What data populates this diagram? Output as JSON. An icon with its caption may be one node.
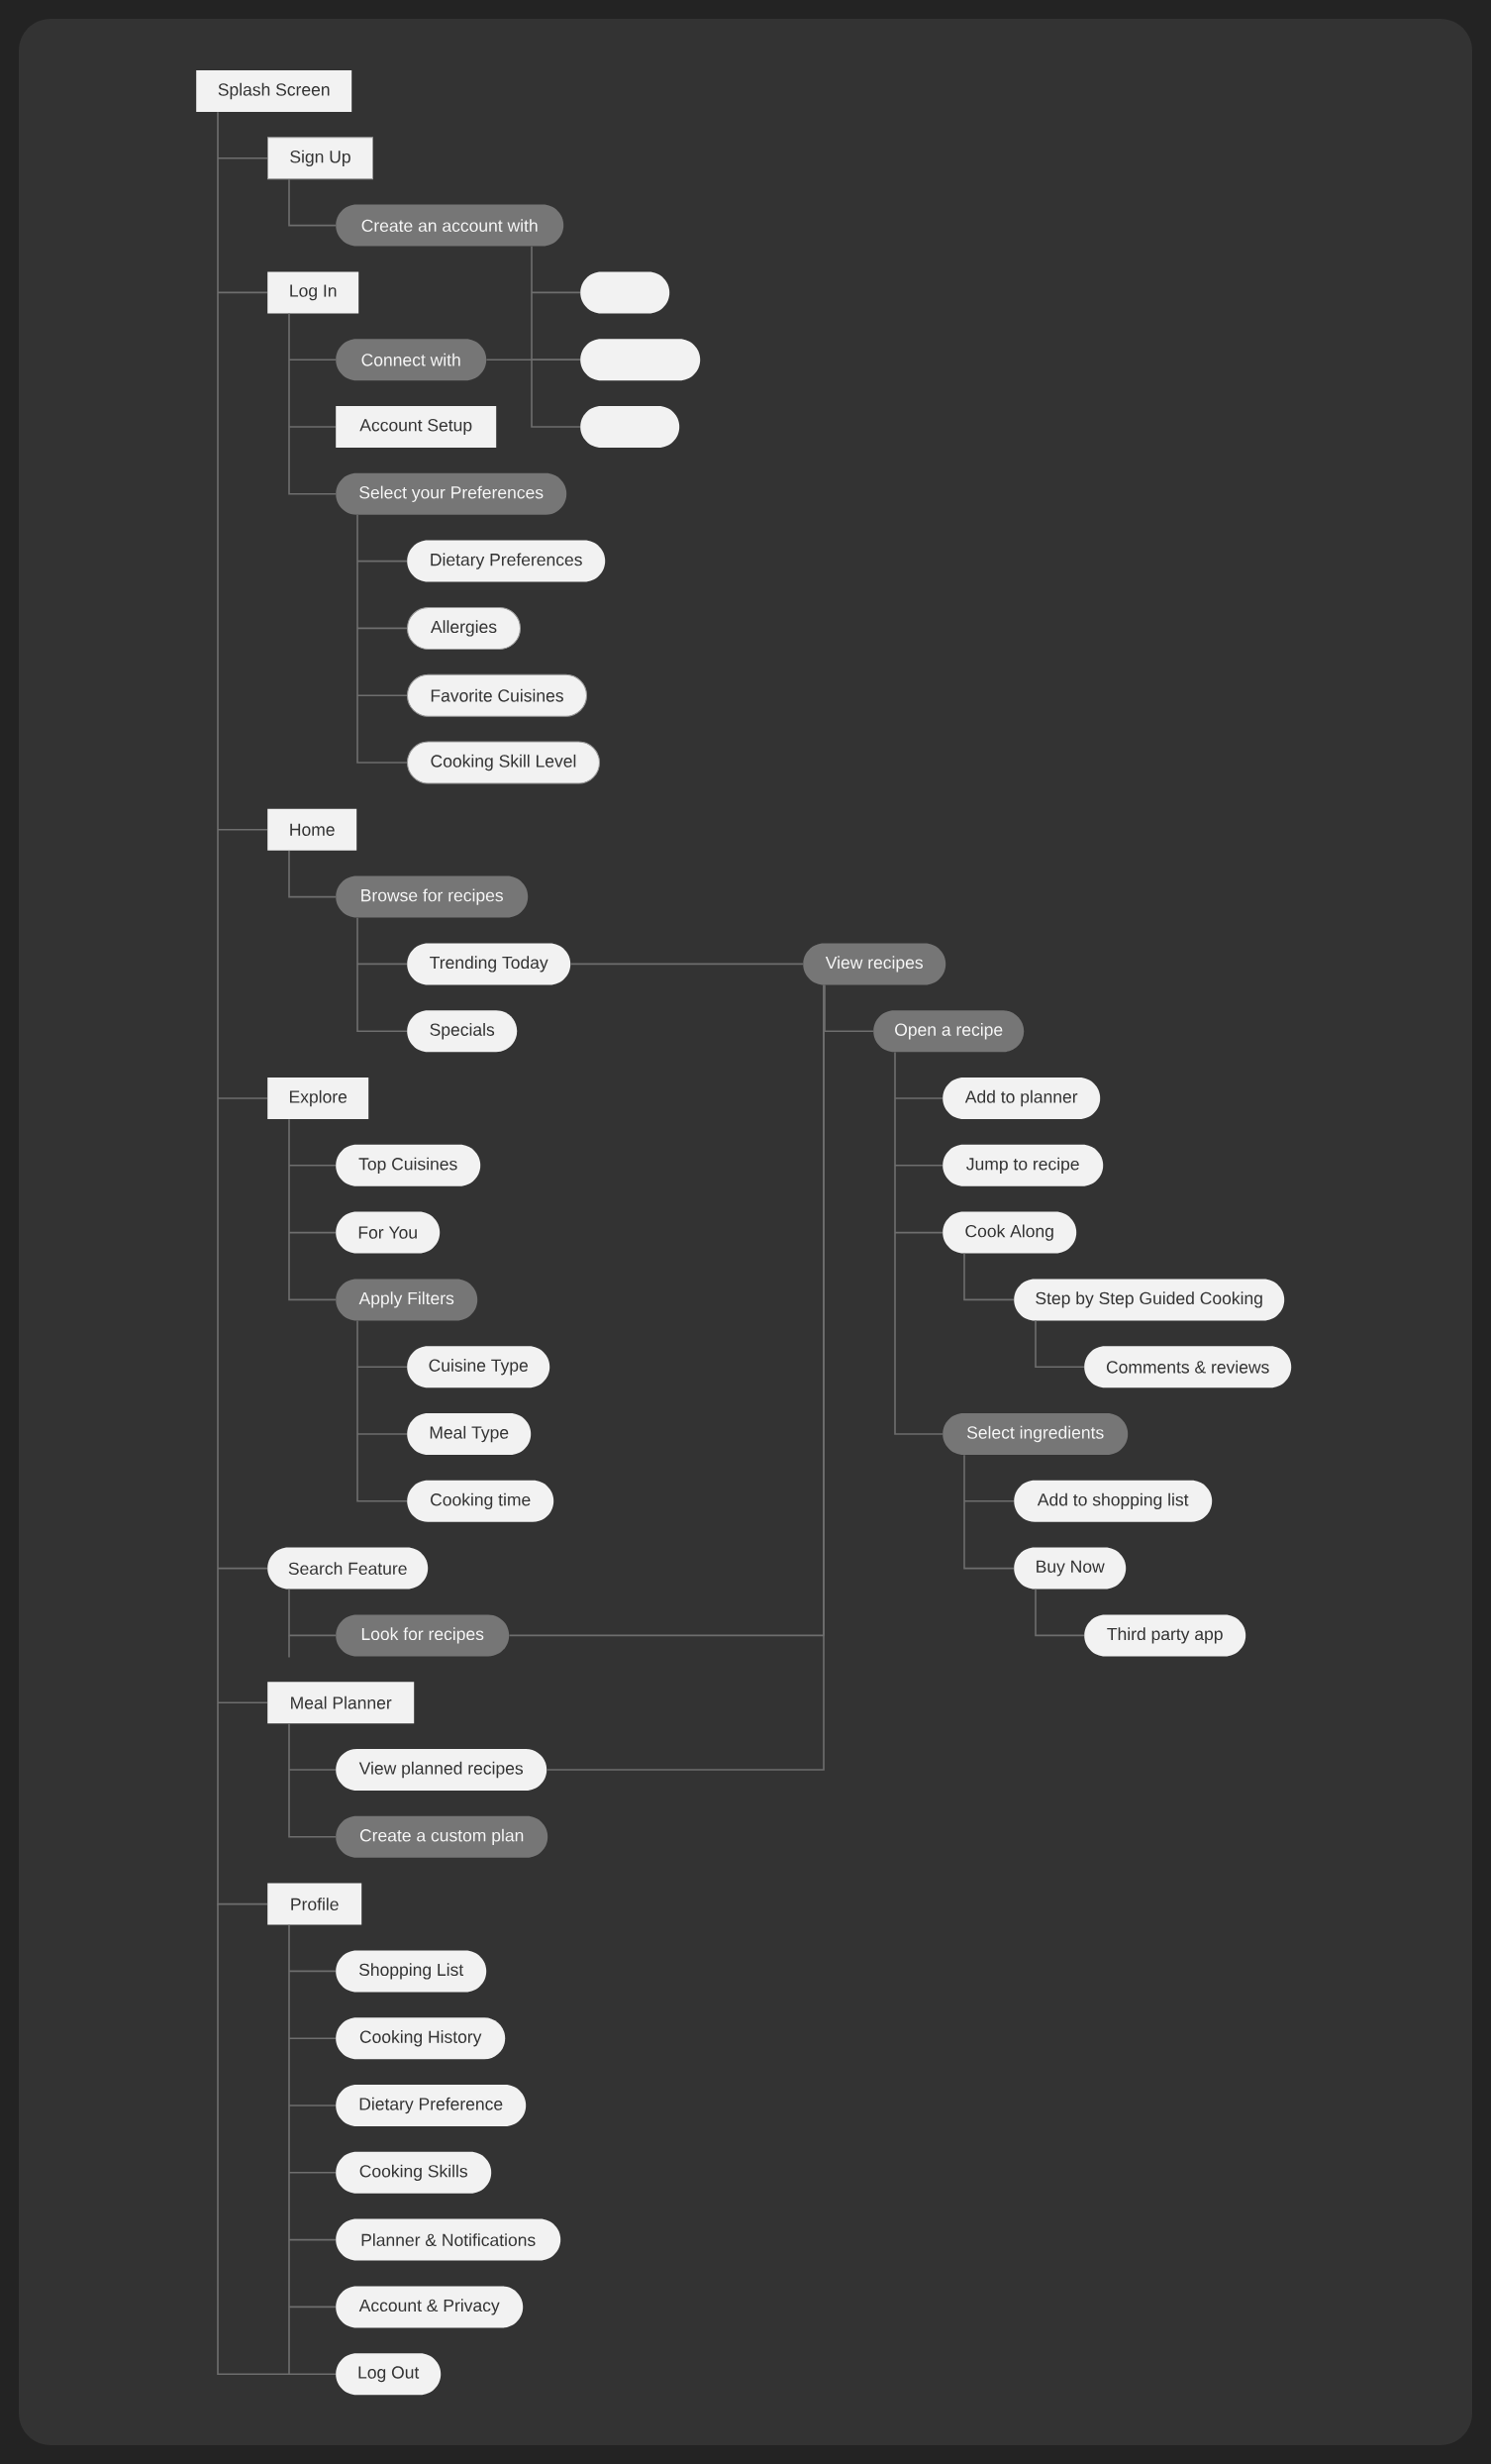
{
  "diagram": {
    "nodes": [
      {
        "text": [
          "Splash Screen"
        ]
      },
      {
        "text": [
          "Sign Up"
        ]
      },
      {
        "text": [
          "Create an account with"
        ]
      },
      {
        "text": [
          "Log In"
        ]
      },
      {
        "text": [],
        "shape": "pill"
      },
      {
        "text": [
          "Connect with"
        ]
      },
      {
        "text": [],
        "shape": "pill"
      },
      {
        "text": [
          "Account Setup"
        ]
      },
      {
        "text": [],
        "shape": "pill"
      },
      {
        "text": [
          "Select your Preferences"
        ]
      },
      {
        "text": [
          "Dietary Preferences"
        ]
      },
      {
        "text": [
          "Allergies"
        ]
      },
      {
        "text": [
          "Favorite Cuisines"
        ]
      },
      {
        "text": [
          "Cooking Skill Level"
        ]
      },
      {
        "text": [
          "Home"
        ]
      },
      {
        "text": [
          "Browse for recipes"
        ]
      },
      {
        "text": [
          "Trending Today"
        ]
      },
      {
        "text": [
          "View recipes"
        ]
      },
      {
        "text": [
          "Specials"
        ]
      },
      {
        "text": [
          "Open a recipe"
        ]
      },
      {
        "text": [
          "Explore"
        ]
      },
      {
        "text": [
          "Add to planner"
        ]
      },
      {
        "text": [
          "Top Cuisines"
        ]
      },
      {
        "text": [
          "Jump to recipe"
        ]
      },
      {
        "text": [
          "For You"
        ]
      },
      {
        "text": [
          "Cook Along"
        ]
      },
      {
        "text": [
          "Apply Filters"
        ]
      },
      {
        "text": [
          "Step by Step Guided Cooking"
        ]
      },
      {
        "text": [
          "Cuisine Type"
        ]
      },
      {
        "text": [
          "Comments & reviews"
        ]
      },
      {
        "text": [
          "Meal Type"
        ]
      },
      {
        "text": [
          "Select ingredients"
        ]
      },
      {
        "text": [
          "Cooking time"
        ]
      },
      {
        "text": [
          "Add to shopping list"
        ]
      },
      {
        "text": [
          "Search Feature"
        ]
      },
      {
        "text": [
          "Buy Now"
        ]
      },
      {
        "text": [
          "Look for recipes"
        ]
      },
      {
        "text": [
          "Third party app"
        ]
      },
      {
        "text": [
          "Meal Planner"
        ]
      },
      {
        "text": [
          "View planned recipes"
        ]
      },
      {
        "text": [
          "Create a custom plan"
        ]
      },
      {
        "text": [
          "Profile"
        ]
      },
      {
        "text": [
          "Shopping List"
        ]
      },
      {
        "text": [
          "Cooking History"
        ]
      },
      {
        "text": [
          "Dietary Preference"
        ]
      },
      {
        "text": [
          "Cooking Skills"
        ]
      },
      {
        "text": [
          "Planner & Notifications"
        ]
      },
      {
        "text": [
          "Account & Privacy"
        ]
      },
      {
        "text": [
          "Log Out"
        ]
      }
    ],
    "edges": [
      {
        "from": 0,
        "to": 1,
        "arrow": "none"
      },
      {
        "from": 1,
        "to": 2,
        "arrow": "none"
      },
      {
        "from": 0,
        "to": 3,
        "arrow": "none"
      },
      {
        "from": 2,
        "to": 4,
        "arrow": "none"
      },
      {
        "from": 3,
        "to": 5,
        "arrow": "none"
      },
      {
        "from": 2,
        "to": 6,
        "arrow": "none"
      },
      {
        "from": 5,
        "to": 6,
        "arrow": "none"
      },
      {
        "from": 3,
        "to": 7,
        "arrow": "none"
      },
      {
        "from": 2,
        "to": 8,
        "arrow": "none"
      },
      {
        "from": 3,
        "to": 9,
        "arrow": "none"
      },
      {
        "from": 9,
        "to": 10,
        "arrow": "none"
      },
      {
        "from": 9,
        "to": 11,
        "arrow": "none"
      },
      {
        "from": 9,
        "to": 12,
        "arrow": "none"
      },
      {
        "from": 9,
        "to": 13,
        "arrow": "none"
      },
      {
        "from": 0,
        "to": 14,
        "arrow": "none"
      },
      {
        "from": 14,
        "to": 15,
        "arrow": "none"
      },
      {
        "from": 15,
        "to": 16,
        "arrow": "none"
      },
      {
        "from": 16,
        "to": 17,
        "arrow": "none"
      },
      {
        "from": 15,
        "to": 18,
        "arrow": "none"
      },
      {
        "from": 17,
        "to": 19,
        "arrow": "none"
      },
      {
        "from": 0,
        "to": 20,
        "arrow": "none"
      },
      {
        "from": 19,
        "to": 21,
        "arrow": "none"
      },
      {
        "from": 20,
        "to": 22,
        "arrow": "none"
      },
      {
        "from": 19,
        "to": 23,
        "arrow": "none"
      },
      {
        "from": 20,
        "to": 24,
        "arrow": "none"
      },
      {
        "from": 19,
        "to": 25,
        "arrow": "none"
      },
      {
        "from": 20,
        "to": 26,
        "arrow": "none"
      },
      {
        "from": 25,
        "to": 27,
        "arrow": "none"
      },
      {
        "from": 26,
        "to": 28,
        "arrow": "none"
      },
      {
        "from": 27,
        "to": 29,
        "arrow": "none"
      },
      {
        "from": 26,
        "to": 30,
        "arrow": "none"
      },
      {
        "from": 19,
        "to": 31,
        "arrow": "none"
      },
      {
        "from": 26,
        "to": 32,
        "arrow": "none"
      },
      {
        "from": 31,
        "to": 33,
        "arrow": "none"
      },
      {
        "from": 0,
        "to": 34,
        "arrow": "none"
      },
      {
        "from": 31,
        "to": 35,
        "arrow": "none"
      },
      {
        "from": 34,
        "to": 36,
        "arrow": "none"
      },
      {
        "from": 36,
        "to": 17,
        "arrow": "none"
      },
      {
        "from": 35,
        "to": 37,
        "arrow": "none"
      },
      {
        "from": 0,
        "to": 38,
        "arrow": "none"
      },
      {
        "from": 38,
        "to": 39,
        "arrow": "none"
      },
      {
        "from": 39,
        "to": 17,
        "arrow": "none"
      },
      {
        "from": 38,
        "to": 40,
        "arrow": "none"
      },
      {
        "from": 0,
        "to": 41,
        "arrow": "none"
      },
      {
        "from": 41,
        "to": 42,
        "arrow": "none"
      },
      {
        "from": 41,
        "to": 43,
        "arrow": "none"
      },
      {
        "from": 41,
        "to": 44,
        "arrow": "none"
      },
      {
        "from": 41,
        "to": 45,
        "arrow": "none"
      },
      {
        "from": 41,
        "to": 46,
        "arrow": "none"
      },
      {
        "from": 41,
        "to": 47,
        "arrow": "none"
      },
      {
        "from": 41,
        "to": 48,
        "arrow": "none"
      }
    ]
  }
}
